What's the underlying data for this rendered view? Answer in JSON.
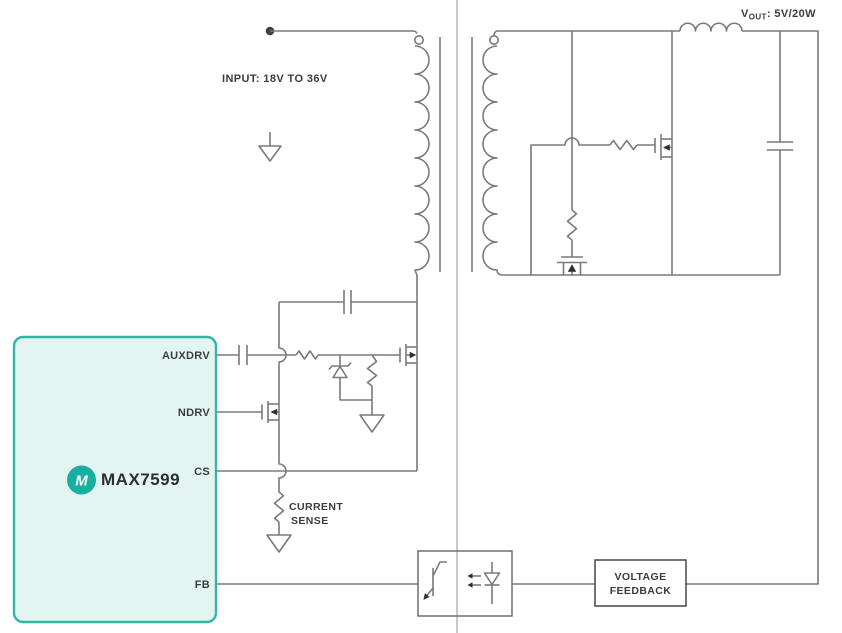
{
  "labels": {
    "input": "INPUT: 18V TO 36V",
    "vout_v": "V",
    "vout_sub": "OUT",
    "vout_rest": ": 5V/20W",
    "current_sense_1": "CURRENT",
    "current_sense_2": "SENSE",
    "voltage_feedback_1": "VOLTAGE",
    "voltage_feedback_2": "FEEDBACK"
  },
  "chip": {
    "part_number": "MAX7599",
    "logo_letter": "M",
    "pins": [
      {
        "name": "AUXDRV"
      },
      {
        "name": "NDRV"
      },
      {
        "name": "CS"
      },
      {
        "name": "FB"
      }
    ]
  },
  "colors": {
    "wire": "#7a7a7a",
    "chip_fill": "#e2f5f1",
    "chip_border": "#33b6a5",
    "logo_teal": "#17afa0",
    "text": "#3c3c3c"
  }
}
